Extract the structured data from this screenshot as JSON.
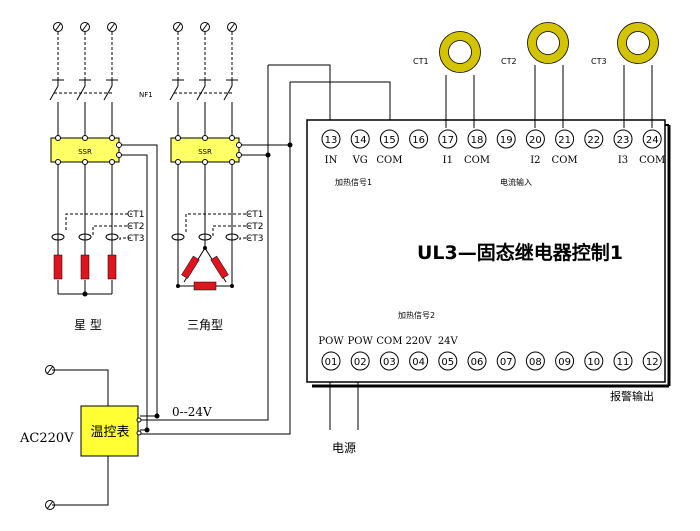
{
  "controller": {
    "title": "UL3—固态继电器控制1",
    "top_terminals": [
      "13",
      "14",
      "15",
      "16",
      "17",
      "18",
      "19",
      "20",
      "21",
      "22",
      "23",
      "24"
    ],
    "top_terminal_labels": [
      {
        "text": "IN",
        "terminal": "13"
      },
      {
        "text": "VG",
        "terminal": "14"
      },
      {
        "text": "COM",
        "terminal": "15"
      },
      {
        "text": "I1",
        "terminal": "17"
      },
      {
        "text": "COM",
        "terminal": "18"
      },
      {
        "text": "I2",
        "terminal": "20"
      },
      {
        "text": "COM",
        "terminal": "21"
      },
      {
        "text": "I3",
        "terminal": "23"
      },
      {
        "text": "COM",
        "terminal": "24"
      }
    ],
    "bottom_terminals": [
      "01",
      "02",
      "03",
      "04",
      "05",
      "06",
      "07",
      "08",
      "09",
      "10",
      "11",
      "12"
    ],
    "bottom_terminal_labels": [
      {
        "text": "POW",
        "terminal": "01"
      },
      {
        "text": "POW",
        "terminal": "02"
      },
      {
        "text": "COM",
        "terminal": "03"
      },
      {
        "text": "220V",
        "terminal": "04"
      },
      {
        "text": "24V",
        "terminal": "05"
      }
    ],
    "heating_signal_1": "加热信号1",
    "current_input": "电流输入",
    "heating_signal_2": "加热信号2"
  },
  "current_transformers": [
    "CT1",
    "CT2",
    "CT3"
  ],
  "ct_labels": [
    "CT1",
    "CT2",
    "CT3"
  ],
  "nf_label": "NF1",
  "ssr_label": "SSR",
  "star_label": "星  型",
  "delta_label": "三角型",
  "thermostat_label": "温控表",
  "ac_label": "AC220V",
  "signal_label": "0--24V",
  "power_label": "电源",
  "alarm_label": "报警输出"
}
